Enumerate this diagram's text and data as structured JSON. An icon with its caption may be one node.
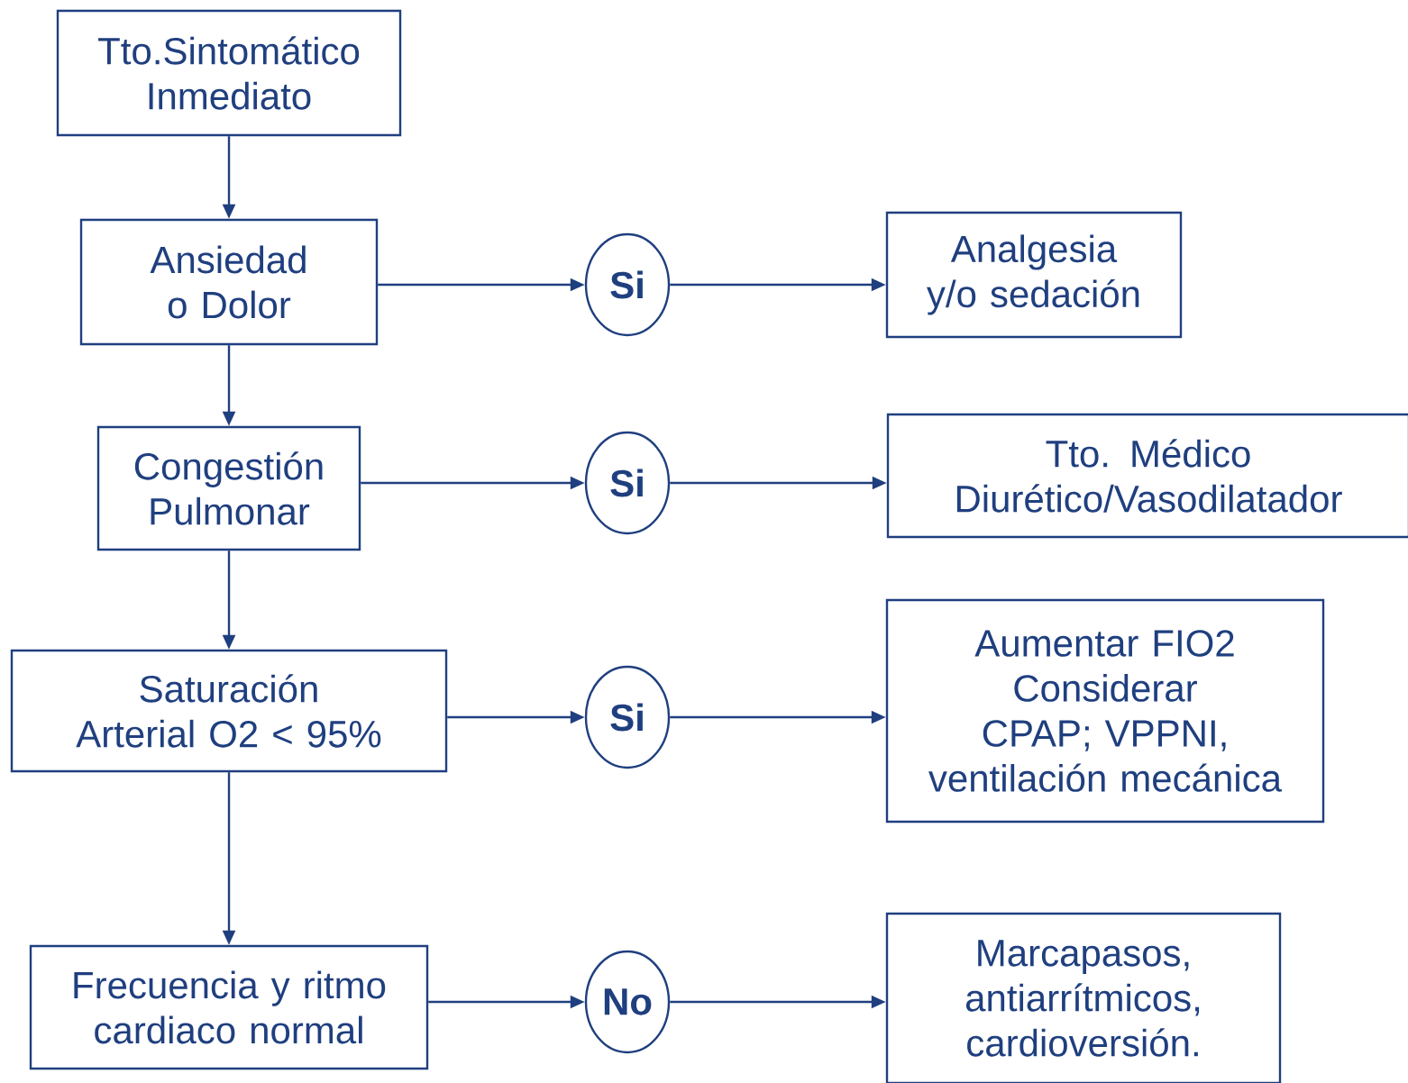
{
  "diagram": {
    "nodes": [
      {
        "text": [
          "Tto.Sintomático Inmediato"
        ]
      },
      {
        "text": [
          "Ansiedad o Dolor"
        ]
      },
      {
        "text": [
          "Si"
        ]
      },
      {
        "text": [
          "Analgesia y/o sedación"
        ]
      },
      {
        "text": [
          "Congestión Pulmonar"
        ]
      },
      {
        "text": [
          "Si"
        ]
      },
      {
        "text": [
          "Tto. Médico Diurético/Vasodilatador"
        ]
      },
      {
        "text": [
          "Saturación Arterial O2 < 95%"
        ]
      },
      {
        "text": [
          "Si"
        ]
      },
      {
        "text": [
          "Aumentar FIO2 Considerar CPAP; VPPNI, ventilación mecánica"
        ]
      },
      {
        "text": [
          "Frecuencia y ritmo cardiaco normal"
        ]
      },
      {
        "text": [
          "No"
        ]
      },
      {
        "text": [
          "Marcapasos, antiarrítmicos, cardioversión."
        ]
      }
    ],
    "edges": [
      {
        "from": 0,
        "to": 1,
        "arrow": "to"
      },
      {
        "from": 1,
        "to": 2,
        "arrow": "to"
      },
      {
        "from": 2,
        "to": 3,
        "arrow": "to"
      },
      {
        "from": 1,
        "to": 4,
        "arrow": "to"
      },
      {
        "from": 4,
        "to": 5,
        "arrow": "to"
      },
      {
        "from": 5,
        "to": 6,
        "arrow": "to"
      },
      {
        "from": 4,
        "to": 7,
        "arrow": "to"
      },
      {
        "from": 7,
        "to": 8,
        "arrow": "to"
      },
      {
        "from": 8,
        "to": 9,
        "arrow": "to"
      },
      {
        "from": 7,
        "to": 10,
        "arrow": "to"
      },
      {
        "from": 10,
        "to": 11,
        "arrow": "to"
      },
      {
        "from": 11,
        "to": 12,
        "arrow": "to"
      }
    ]
  }
}
